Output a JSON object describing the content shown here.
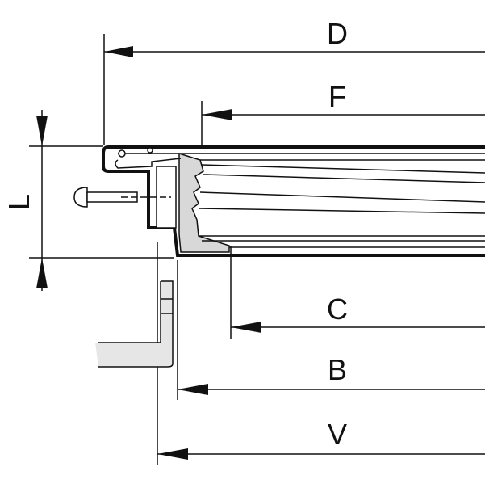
{
  "labels": {
    "D": "D",
    "F": "F",
    "L": "L",
    "C": "C",
    "B": "B",
    "V": "V"
  },
  "colors": {
    "line": "#111111",
    "profile_fill": "#d8d8d8",
    "background": "#ffffff"
  }
}
